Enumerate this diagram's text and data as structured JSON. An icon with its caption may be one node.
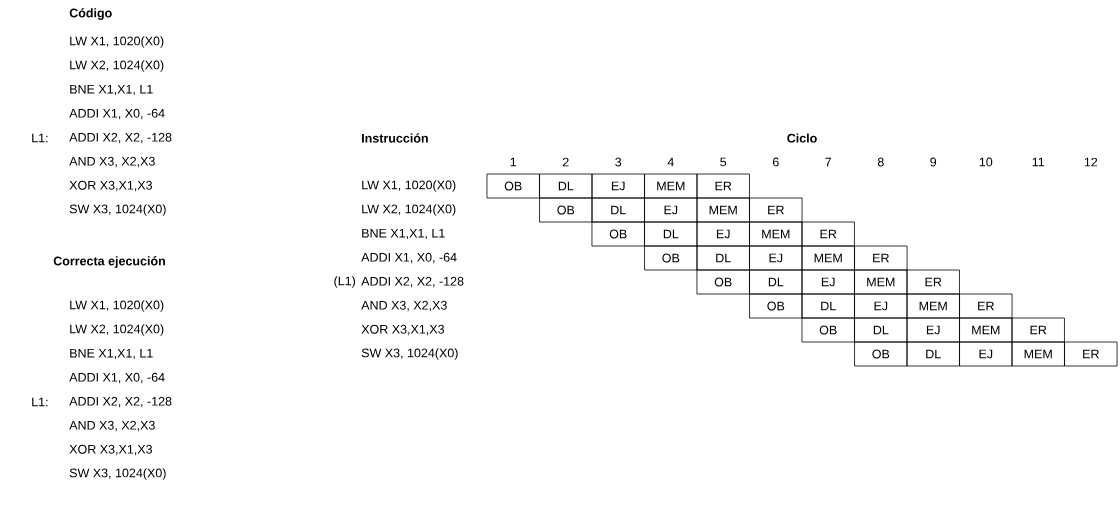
{
  "diagram": {
    "nodes": [
      {
        "text": [
          "OB"
        ]
      },
      {
        "text": [
          "DL"
        ]
      },
      {
        "text": [
          "EJ"
        ]
      },
      {
        "text": [
          "MEM"
        ]
      },
      {
        "text": [
          "ER"
        ]
      },
      {
        "text": [
          "OB"
        ]
      },
      {
        "text": [
          "DL"
        ]
      },
      {
        "text": [
          "EJ"
        ]
      },
      {
        "text": [
          "MEM"
        ]
      },
      {
        "text": [
          "ER"
        ]
      },
      {
        "text": [
          "OB"
        ]
      },
      {
        "text": [
          "DL"
        ]
      },
      {
        "text": [
          "EJ"
        ]
      },
      {
        "text": [
          "MEM"
        ]
      },
      {
        "text": [
          "ER"
        ]
      },
      {
        "text": [
          "OB"
        ]
      },
      {
        "text": [
          "DL"
        ]
      },
      {
        "text": [
          "EJ"
        ]
      },
      {
        "text": [
          "MEM"
        ]
      },
      {
        "text": [
          "ER"
        ]
      },
      {
        "text": [
          "OB"
        ]
      },
      {
        "text": [
          "DL"
        ]
      },
      {
        "text": [
          "EJ"
        ]
      },
      {
        "text": [
          "MEM"
        ]
      },
      {
        "text": [
          "ER"
        ]
      },
      {
        "text": [
          "OB"
        ]
      },
      {
        "text": [
          "DL"
        ]
      },
      {
        "text": [
          "EJ"
        ]
      },
      {
        "text": [
          "MEM"
        ]
      },
      {
        "text": [
          "ER"
        ]
      },
      {
        "text": [
          "OB"
        ]
      },
      {
        "text": [
          "DL"
        ]
      },
      {
        "text": [
          "EJ"
        ]
      },
      {
        "text": [
          "MEM"
        ]
      },
      {
        "text": [
          "ER"
        ]
      },
      {
        "text": [
          "OB"
        ]
      },
      {
        "text": [
          "DL"
        ]
      },
      {
        "text": [
          "EJ"
        ]
      },
      {
        "text": [
          "MEM"
        ]
      },
      {
        "text": [
          "ER"
        ]
      }
    ],
    "labels": [
      "Código",
      "LW X1, 1020(X0)",
      "LW X2, 1024(X0)",
      "BNE X1,X1, L1",
      "ADDI X1, X0, -64",
      "L1:",
      "ADDI X2, X2, -128",
      "AND X3, X2,X3",
      "XOR X3,X1,X3",
      "SW X3, 1024(X0)",
      "Correcta ejecución",
      "LW X1, 1020(X0)",
      "LW X2, 1024(X0)",
      "BNE X1,X1, L1",
      "ADDI X1, X0, -64",
      "L1:",
      "ADDI X2, X2, -128",
      "AND X3, X2,X3",
      "XOR X3,X1,X3",
      "SW X3, 1024(X0)",
      "Instrucción",
      "Ciclo",
      "1",
      "2",
      "3",
      "4",
      "5",
      "6",
      "7",
      "8",
      "9",
      "10",
      "11",
      "12",
      "LW X1, 1020(X0)",
      "LW X2, 1024(X0)",
      "BNE X1,X1, L1",
      "ADDI X1, X0, -64",
      "(L1)",
      "ADDI X2, X2, -128",
      "AND X3, X2,X3",
      "XOR X3,X1,X3",
      "SW X3, 1024(X0)"
    ]
  }
}
